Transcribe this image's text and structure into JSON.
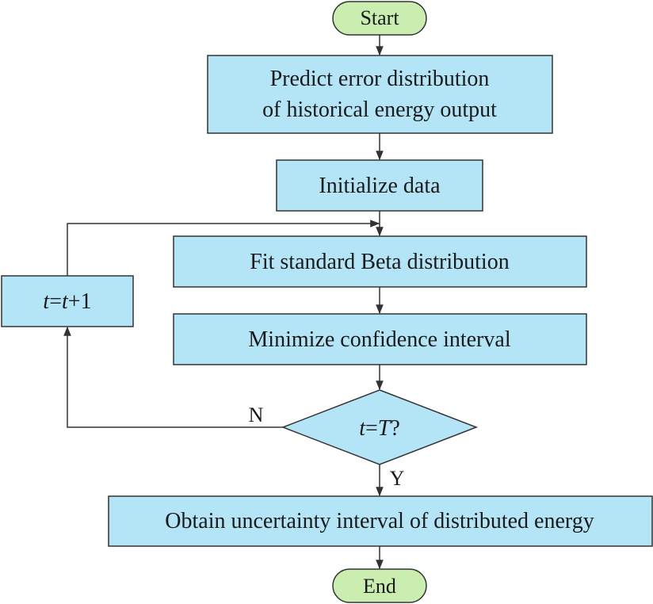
{
  "flowchart": {
    "start": "Start",
    "step1": {
      "line1": "Predict error distribution",
      "line2": "of historical energy output"
    },
    "step2": "Initialize data",
    "step3": "Fit standard Beta distribution",
    "step4": "Minimize confidence interval",
    "decision": {
      "var": "t",
      "eq": "=",
      "bound": "T",
      "q": "?"
    },
    "increment": {
      "var1": "t",
      "eq": "=",
      "var2": "t",
      "plus": "+1"
    },
    "branch_no": "N",
    "branch_yes": "Y",
    "step5": "Obtain uncertainty interval of distributed energy",
    "end": "End"
  },
  "colors": {
    "process_fill": "#b3e5f7",
    "terminal_fill": "#c9eeb0",
    "stroke": "#333333"
  }
}
